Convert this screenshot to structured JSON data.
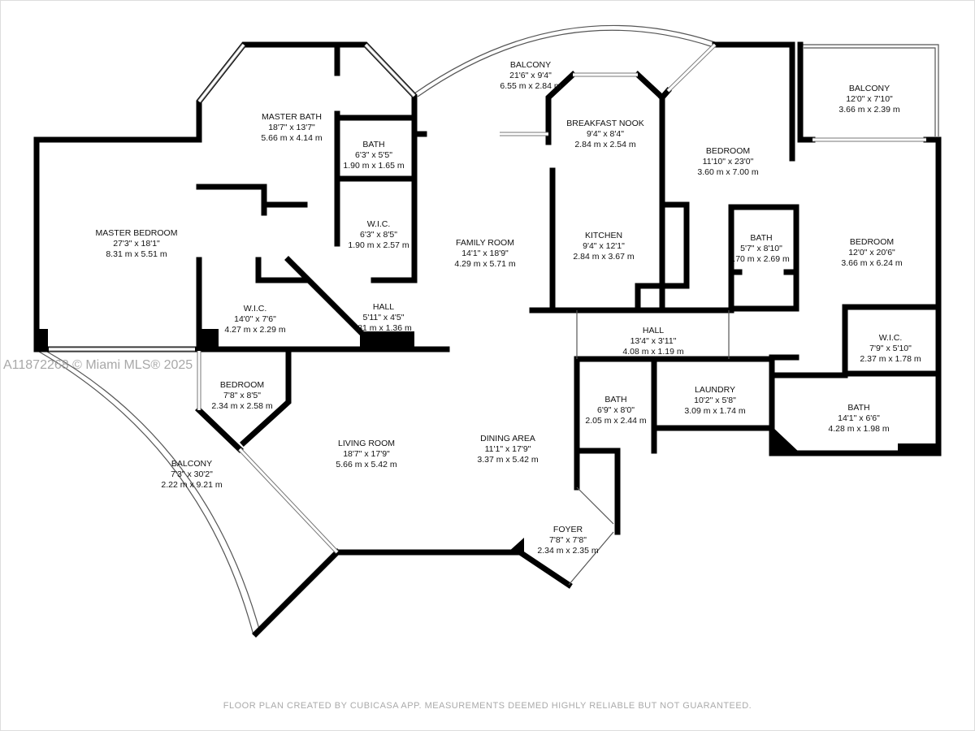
{
  "watermark": "A11872268 © Miami MLS® 2025",
  "footer": "FLOOR PLAN CREATED BY CUBICASA APP. MEASUREMENTS DEEMED HIGHLY RELIABLE BUT NOT GUARANTEED.",
  "rooms": [
    {
      "name": "BALCONY",
      "imperial": "21'6\" x 9'4\"",
      "metric": "6.55 m x 2.84 m"
    },
    {
      "name": "MASTER BATH",
      "imperial": "18'7\" x 13'7\"",
      "metric": "5.66 m x 4.14 m"
    },
    {
      "name": "BATH",
      "imperial": "6'3\" x 5'5\"",
      "metric": "1.90 m x 1.65 m"
    },
    {
      "name": "BREAKFAST NOOK",
      "imperial": "9'4\" x 8'4\"",
      "metric": "2.84 m x 2.54 m"
    },
    {
      "name": "BEDROOM",
      "imperial": "11'10\" x 23'0\"",
      "metric": "3.60 m x 7.00 m"
    },
    {
      "name": "BALCONY",
      "imperial": "12'0\" x 7'10\"",
      "metric": "3.66 m x 2.39 m"
    },
    {
      "name": "MASTER BEDROOM",
      "imperial": "27'3\" x 18'1\"",
      "metric": "8.31 m x 5.51 m"
    },
    {
      "name": "W.I.C.",
      "imperial": "6'3\" x 8'5\"",
      "metric": "1.90 m x 2.57 m"
    },
    {
      "name": "FAMILY ROOM",
      "imperial": "14'1\" x 18'9\"",
      "metric": "4.29 m x 5.71 m"
    },
    {
      "name": "KITCHEN",
      "imperial": "9'4\" x 12'1\"",
      "metric": "2.84 m x 3.67 m"
    },
    {
      "name": "BATH",
      "imperial": "5'7\" x 8'10\"",
      "metric": ".70 m x 2.69 m"
    },
    {
      "name": "BEDROOM",
      "imperial": "12'0\" x 20'6\"",
      "metric": "3.66 m x 6.24 m"
    },
    {
      "name": "W.I.C.",
      "imperial": "14'0\" x 7'6\"",
      "metric": "4.27 m x 2.29 m"
    },
    {
      "name": "HALL",
      "imperial": "5'11\" x 4'5\"",
      "metric": ".81 m x 1.36 m"
    },
    {
      "name": "HALL",
      "imperial": "13'4\" x 3'11\"",
      "metric": "4.08 m x 1.19 m"
    },
    {
      "name": "W.I.C.",
      "imperial": "7'9\" x 5'10\"",
      "metric": "2.37 m x 1.78 m"
    },
    {
      "name": "BEDROOM",
      "imperial": "7'8\" x 8'5\"",
      "metric": "2.34 m x 2.58 m"
    },
    {
      "name": "BATH",
      "imperial": "6'9\" x 8'0\"",
      "metric": "2.05 m x 2.44 m"
    },
    {
      "name": "LAUNDRY",
      "imperial": "10'2\" x 5'8\"",
      "metric": "3.09 m x 1.74 m"
    },
    {
      "name": "BATH",
      "imperial": "14'1\" x 6'6\"",
      "metric": "4.28 m x 1.98 m"
    },
    {
      "name": "LIVING ROOM",
      "imperial": "18'7\" x 17'9\"",
      "metric": "5.66 m x 5.42 m"
    },
    {
      "name": "DINING AREA",
      "imperial": "11'1\" x 17'9\"",
      "metric": "3.37 m x 5.42 m"
    },
    {
      "name": "BALCONY",
      "imperial": "7'3\" x 30'2\"",
      "metric": "2.22 m x 9.21 m"
    },
    {
      "name": "FOYER",
      "imperial": "7'8\" x 7'8\"",
      "metric": "2.34 m x 2.35 m"
    }
  ]
}
